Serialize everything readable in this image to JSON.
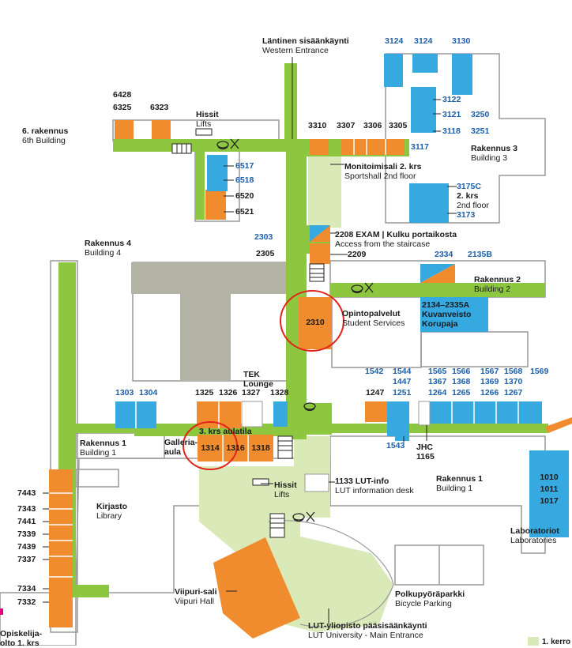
{
  "colors": {
    "corridor": "#8dc63f",
    "room_orange": "#f08c2e",
    "room_blue": "#36a9e1",
    "courtyard": "#d9eab8",
    "gray_area": "#b3b3a6",
    "wall": "#999999",
    "highlight": "#e2231a",
    "pink": "#e6007e"
  },
  "entrances": {
    "western": {
      "fi": "Läntinen sisäänkäynti",
      "en": "Western Entrance"
    },
    "main": {
      "fi": "LUT-yliopisto pääsisäänkäynti",
      "en": "LUT University - Main Entrance"
    }
  },
  "buildings": {
    "b6": {
      "fi": "6. rakennus",
      "en": "6th Building"
    },
    "b4": {
      "fi": "Rakennus 4",
      "en": "Building 4"
    },
    "b3": {
      "fi": "Rakennus 3",
      "en": "Building 3"
    },
    "b2": {
      "fi": "Rakennus 2",
      "en": "Building 2"
    },
    "b1_left": {
      "fi": "Rakennus 1",
      "en": "Building 1"
    },
    "b1_right": {
      "fi": "Rakennus 1",
      "en": "Building 1"
    }
  },
  "places": {
    "lifts_top": {
      "fi": "Hissit",
      "en": "Lifts"
    },
    "lifts_bottom": {
      "fi": "Hissit",
      "en": "Lifts"
    },
    "sportshall": {
      "fi": "Monitoimisali 2. krs",
      "en": "Sportshall 2nd floor"
    },
    "exam": {
      "fi": "2208 EXAM | Kulku portaikosta",
      "en": "Access from the staircase"
    },
    "student_services": {
      "fi": "Opintopalvelut",
      "en": "Student Services"
    },
    "kuvanveisto": {
      "fi": "2134–2335A",
      "en": "Kuvanveisto",
      "extra": "Korupaja"
    },
    "tek": {
      "fi": "TEK",
      "en": "Lounge"
    },
    "galleria": {
      "fi": "Galleria-",
      "en": "aula"
    },
    "aulatila": "3. krs aulatila",
    "info": {
      "fi": "1133 LUT-info",
      "en": "LUT information desk"
    },
    "library": {
      "fi": "Kirjasto",
      "en": "Library"
    },
    "viipuri": {
      "fi": "Viipuri-sali",
      "en": "Viipuri Hall"
    },
    "bicycle": {
      "fi": "Polkupyöräparkki",
      "en": "Bicycle Parking"
    },
    "labs": {
      "fi": "Laboratoriot",
      "en": "Laboratories"
    },
    "jhc": {
      "fi": "JHC",
      "en": "1165"
    },
    "second_floor": {
      "fi": "2. krs",
      "en": "2nd floor"
    },
    "opiskelija": {
      "fi": "Opiskelija-",
      "en": "olto 1. krs"
    },
    "legend": "1. kerro"
  },
  "rooms": {
    "r6428": "6428",
    "r6325": "6325",
    "r6323": "6323",
    "r6517": "6517",
    "r6518": "6518",
    "r6520": "6520",
    "r6521": "6521",
    "r3310": "3310",
    "r3307": "3307",
    "r3306": "3306",
    "r3305": "3305",
    "r3124a": "3124",
    "r3124b": "3124",
    "r3130": "3130",
    "r3122": "3122",
    "r3121": "3121",
    "r3250": "3250",
    "r3118": "3118",
    "r3251": "3251",
    "r3117": "3117",
    "r3175c": "3175C",
    "r3173": "3173",
    "r2303": "2303",
    "r2305": "2305",
    "r2209": "2209",
    "r2334": "2334",
    "r2135b": "2135B",
    "r2310": "2310",
    "r1542": "1542",
    "r1544": "1544",
    "r1447": "1447",
    "r1251": "1251",
    "r1247": "1247",
    "r1565": "1565",
    "r1566": "1566",
    "r1567": "1567",
    "r1568": "1568",
    "r1569": "1569",
    "r1367": "1367",
    "r1368": "1368",
    "r1369": "1369",
    "r1370": "1370",
    "r1264": "1264",
    "r1265": "1265",
    "r1266": "1266",
    "r1267": "1267",
    "r1303": "1303",
    "r1304": "1304",
    "r1325": "1325",
    "r1326": "1326",
    "r1327": "1327",
    "r1328": "1328",
    "r1314": "1314",
    "r1316": "1316",
    "r1318": "1318",
    "r1543": "1543",
    "r1010": "1010",
    "r1011": "1011",
    "r1017": "1017",
    "r7443": "7443",
    "r7343": "7343",
    "r7441": "7441",
    "r7339": "7339",
    "r7439": "7439",
    "r7337": "7337",
    "r7334": "7334",
    "r7332": "7332"
  }
}
